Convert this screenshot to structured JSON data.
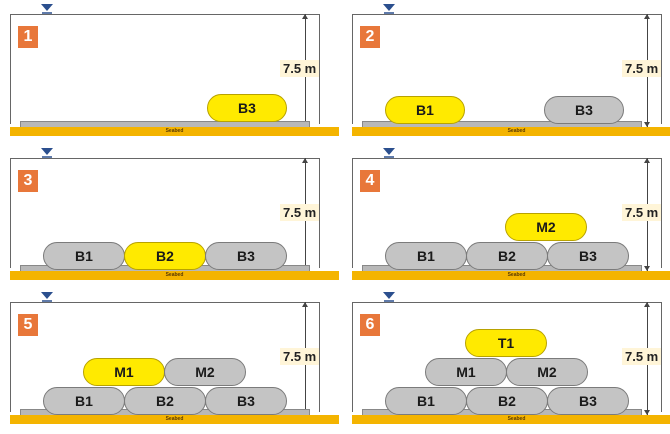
{
  "panels": [
    {
      "step": "1",
      "dimension": "7.5 m",
      "seabed": "Seabed",
      "bags": [
        {
          "label": "B3",
          "color": "yellow"
        }
      ]
    },
    {
      "step": "2",
      "dimension": "7.5 m",
      "seabed": "Seabed",
      "bags": [
        {
          "label": "B1",
          "color": "yellow"
        },
        {
          "label": "B3",
          "color": "grey"
        }
      ]
    },
    {
      "step": "3",
      "dimension": "7.5 m",
      "seabed": "Seabed",
      "bags": [
        {
          "label": "B1",
          "color": "grey"
        },
        {
          "label": "B2",
          "color": "yellow"
        },
        {
          "label": "B3",
          "color": "grey"
        }
      ]
    },
    {
      "step": "4",
      "dimension": "7.5 m",
      "seabed": "Seabed",
      "bags": [
        {
          "label": "B1",
          "color": "grey"
        },
        {
          "label": "B2",
          "color": "grey"
        },
        {
          "label": "B3",
          "color": "grey"
        },
        {
          "label": "M2",
          "color": "yellow"
        }
      ]
    },
    {
      "step": "5",
      "dimension": "7.5 m",
      "seabed": "Seabed",
      "bags": [
        {
          "label": "B1",
          "color": "grey"
        },
        {
          "label": "B2",
          "color": "grey"
        },
        {
          "label": "B3",
          "color": "grey"
        },
        {
          "label": "M1",
          "color": "yellow"
        },
        {
          "label": "M2",
          "color": "grey"
        }
      ]
    },
    {
      "step": "6",
      "dimension": "7.5 m",
      "seabed": "Seabed",
      "bags": [
        {
          "label": "B1",
          "color": "grey"
        },
        {
          "label": "B2",
          "color": "grey"
        },
        {
          "label": "B3",
          "color": "grey"
        },
        {
          "label": "M1",
          "color": "grey"
        },
        {
          "label": "M2",
          "color": "grey"
        },
        {
          "label": "T1",
          "color": "yellow"
        }
      ]
    }
  ],
  "colors": {
    "active_bag": "#ffea00",
    "placed_bag": "#c4c4c4",
    "step_badge": "#e8773a",
    "seabed": "#f4b400"
  },
  "icons": {
    "water_level": "water-level-triangle-icon"
  }
}
